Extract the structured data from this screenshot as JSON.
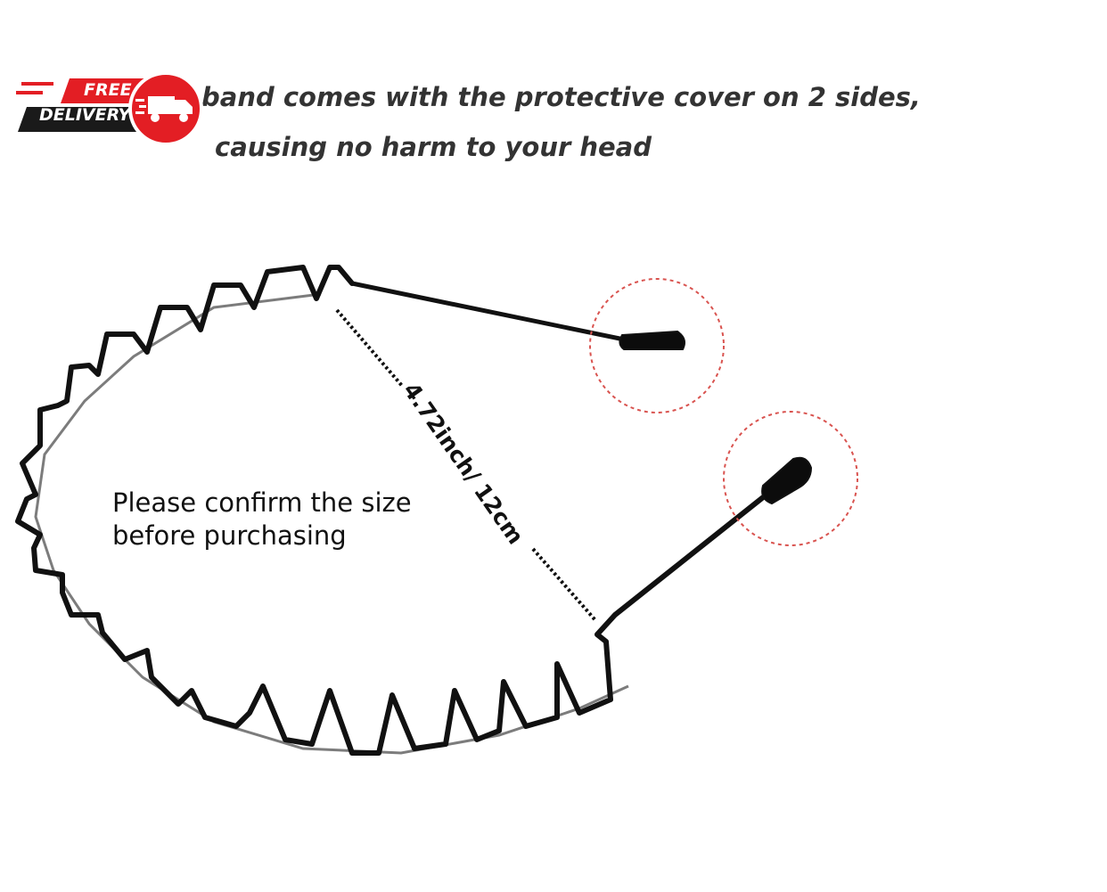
{
  "headline": {
    "line1": "band comes with the protective cover on 2 sides,",
    "line2": "causing no harm to your head"
  },
  "badge": {
    "free": "FREE",
    "delivery": "DELIVERY",
    "icon": "delivery-truck-icon",
    "color": "#e31e24"
  },
  "measurement": "4.72inch/ 12cm",
  "notice": {
    "line1": "Please confirm the size",
    "line2": "before purchasing"
  },
  "product": {
    "band_color": "#111111",
    "highlight_color": "#d9534f"
  }
}
